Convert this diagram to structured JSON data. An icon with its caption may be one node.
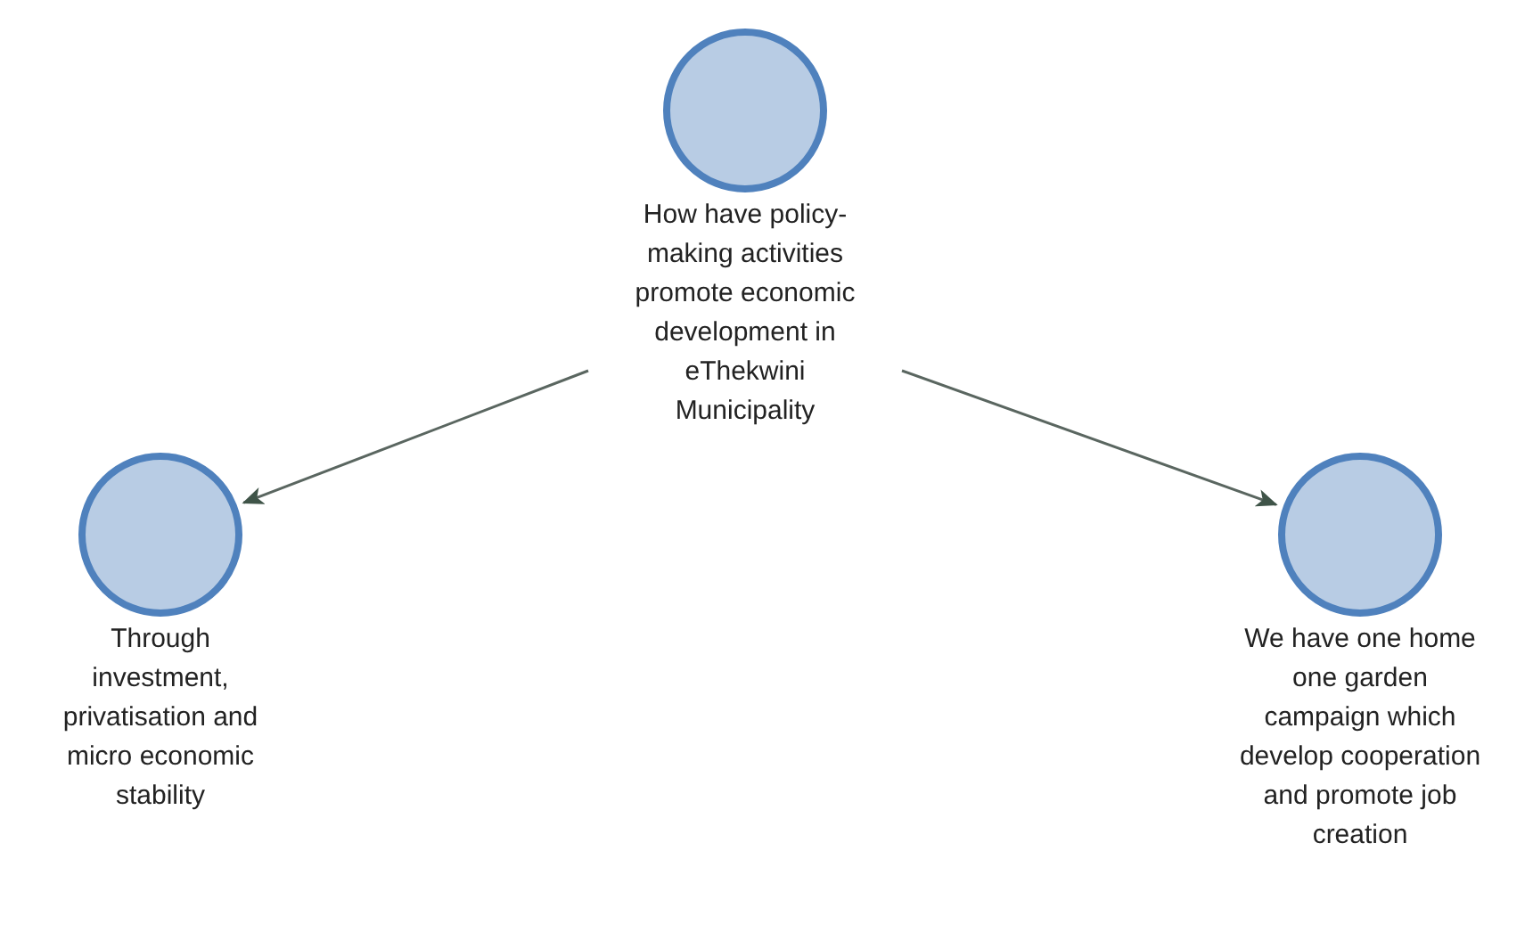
{
  "diagram": {
    "nodes": [
      {
        "text": [
          "How have policy-making activities promote economic development in eThekwini Municipality"
        ]
      },
      {
        "text": [
          "Through investment, privatisation and micro economic stability"
        ]
      },
      {
        "text": [
          "We have one home one garden campaign which develop cooperation and promote job creation"
        ]
      }
    ],
    "edges": [
      {
        "from": 0,
        "to": 1,
        "arrow": "to"
      },
      {
        "from": 0,
        "to": 2,
        "arrow": "to"
      }
    ]
  }
}
